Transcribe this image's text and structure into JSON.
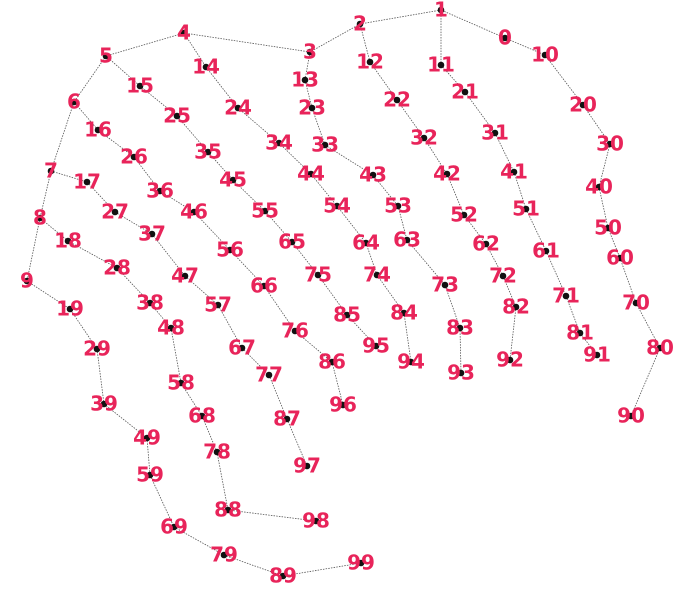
{
  "diagram": {
    "type": "dot-to-dot",
    "colors": {
      "label": "#e8245a",
      "dot": "#111111",
      "line": "#555555",
      "background": "#ffffff"
    },
    "edges": [
      [
        0,
        1
      ],
      [
        1,
        2
      ],
      [
        2,
        3
      ],
      [
        3,
        4
      ],
      [
        4,
        5
      ],
      [
        5,
        6
      ],
      [
        6,
        7
      ],
      [
        7,
        8
      ],
      [
        8,
        9
      ],
      [
        9,
        19
      ],
      [
        19,
        29
      ],
      [
        29,
        39
      ],
      [
        39,
        49
      ],
      [
        49,
        59
      ],
      [
        59,
        69
      ],
      [
        69,
        79
      ],
      [
        79,
        89
      ],
      [
        89,
        99
      ],
      [
        1,
        11
      ],
      [
        11,
        21
      ],
      [
        21,
        31
      ],
      [
        31,
        41
      ],
      [
        41,
        51
      ],
      [
        51,
        61
      ],
      [
        61,
        71
      ],
      [
        71,
        81
      ],
      [
        81,
        91
      ],
      [
        2,
        12
      ],
      [
        12,
        22
      ],
      [
        22,
        32
      ],
      [
        32,
        42
      ],
      [
        42,
        52
      ],
      [
        52,
        62
      ],
      [
        62,
        72
      ],
      [
        72,
        82
      ],
      [
        82,
        92
      ],
      [
        3,
        13
      ],
      [
        13,
        23
      ],
      [
        23,
        33
      ],
      [
        33,
        43
      ],
      [
        43,
        53
      ],
      [
        53,
        63
      ],
      [
        63,
        73
      ],
      [
        73,
        83
      ],
      [
        83,
        93
      ],
      [
        4,
        14
      ],
      [
        14,
        24
      ],
      [
        24,
        34
      ],
      [
        34,
        44
      ],
      [
        44,
        54
      ],
      [
        54,
        64
      ],
      [
        64,
        74
      ],
      [
        74,
        84
      ],
      [
        84,
        94
      ],
      [
        5,
        15
      ],
      [
        15,
        25
      ],
      [
        25,
        35
      ],
      [
        35,
        45
      ],
      [
        45,
        55
      ],
      [
        55,
        65
      ],
      [
        65,
        75
      ],
      [
        75,
        85
      ],
      [
        85,
        95
      ],
      [
        6,
        16
      ],
      [
        16,
        26
      ],
      [
        26,
        36
      ],
      [
        36,
        46
      ],
      [
        46,
        56
      ],
      [
        56,
        66
      ],
      [
        66,
        76
      ],
      [
        76,
        86
      ],
      [
        86,
        96
      ],
      [
        7,
        17
      ],
      [
        17,
        27
      ],
      [
        27,
        37
      ],
      [
        37,
        47
      ],
      [
        47,
        57
      ],
      [
        57,
        67
      ],
      [
        67,
        77
      ],
      [
        77,
        87
      ],
      [
        87,
        97
      ],
      [
        8,
        18
      ],
      [
        18,
        28
      ],
      [
        28,
        38
      ],
      [
        38,
        48
      ],
      [
        48,
        58
      ],
      [
        58,
        68
      ],
      [
        68,
        78
      ],
      [
        78,
        88
      ],
      [
        88,
        98
      ],
      [
        0,
        10
      ],
      [
        10,
        20
      ],
      [
        20,
        30
      ],
      [
        30,
        40
      ],
      [
        40,
        50
      ],
      [
        50,
        60
      ],
      [
        60,
        70
      ],
      [
        70,
        80
      ],
      [
        80,
        90
      ]
    ]
  }
}
